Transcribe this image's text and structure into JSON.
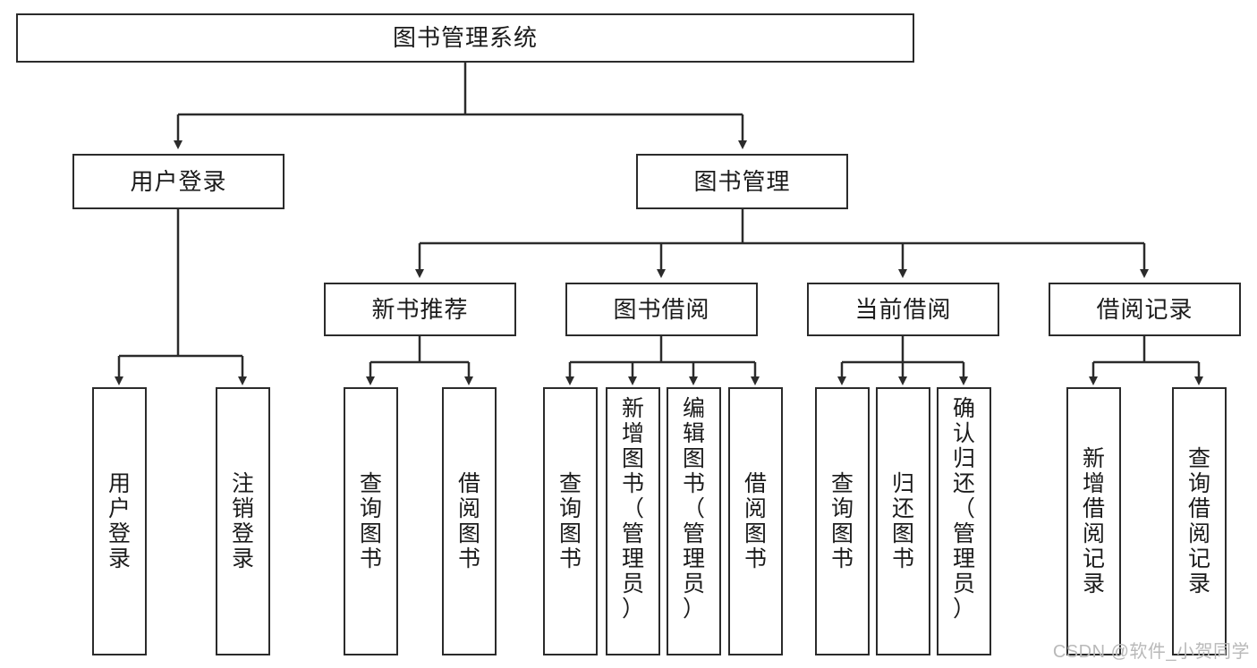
{
  "diagram": {
    "title": "图书管理系统",
    "type": "hierarchy-tree",
    "levels": 4,
    "root": {
      "id": "root",
      "label": "图书管理系统",
      "orientation": "horizontal"
    },
    "level2": [
      {
        "id": "user-login",
        "label": "用户登录",
        "orientation": "horizontal"
      },
      {
        "id": "book-management",
        "label": "图书管理",
        "orientation": "horizontal"
      }
    ],
    "level3": [
      {
        "id": "new-book-recommend",
        "label": "新书推荐",
        "orientation": "horizontal",
        "parent": "book-management"
      },
      {
        "id": "book-borrow",
        "label": "图书借阅",
        "orientation": "horizontal",
        "parent": "book-management"
      },
      {
        "id": "current-borrow",
        "label": "当前借阅",
        "orientation": "horizontal",
        "parent": "book-management"
      },
      {
        "id": "borrow-record",
        "label": "借阅记录",
        "orientation": "horizontal",
        "parent": "book-management"
      }
    ],
    "leaves": [
      {
        "id": "leaf-user-login",
        "label": "用户登录",
        "parent": "user-login",
        "orientation": "vertical",
        "align": "center"
      },
      {
        "id": "leaf-user-logout",
        "label": "注销登录",
        "parent": "user-login",
        "orientation": "vertical",
        "align": "center"
      },
      {
        "id": "leaf-query-book-1",
        "label": "查询图书",
        "parent": "new-book-recommend",
        "orientation": "vertical",
        "align": "center"
      },
      {
        "id": "leaf-borrow-book-1",
        "label": "借阅图书",
        "parent": "new-book-recommend",
        "orientation": "vertical",
        "align": "center"
      },
      {
        "id": "leaf-query-book-2",
        "label": "查询图书",
        "parent": "book-borrow",
        "orientation": "vertical",
        "align": "center"
      },
      {
        "id": "leaf-add-book",
        "label": "新增图书（管理员）",
        "parent": "book-borrow",
        "orientation": "vertical",
        "align": "top"
      },
      {
        "id": "leaf-edit-book",
        "label": "编辑图书（管理员）",
        "parent": "book-borrow",
        "orientation": "vertical",
        "align": "top"
      },
      {
        "id": "leaf-borrow-book-2",
        "label": "借阅图书",
        "parent": "book-borrow",
        "orientation": "vertical",
        "align": "center"
      },
      {
        "id": "leaf-query-book-3",
        "label": "查询图书",
        "parent": "current-borrow",
        "orientation": "vertical",
        "align": "center"
      },
      {
        "id": "leaf-return-book",
        "label": "归还图书",
        "parent": "current-borrow",
        "orientation": "vertical",
        "align": "center"
      },
      {
        "id": "leaf-confirm-return",
        "label": "确认归还（管理员）",
        "parent": "current-borrow",
        "orientation": "vertical",
        "align": "top"
      },
      {
        "id": "leaf-add-record",
        "label": "新增借阅记录",
        "parent": "borrow-record",
        "orientation": "vertical",
        "align": "center"
      },
      {
        "id": "leaf-query-record",
        "label": "查询借阅记录",
        "parent": "borrow-record",
        "orientation": "vertical",
        "align": "center"
      }
    ]
  },
  "watermark": {
    "text": "CSDN @软件_小贺同学"
  },
  "colors": {
    "box_border": "#2b2b2b",
    "box_fill": "#ffffff",
    "text": "#1b1b1b",
    "line": "#2b2b2b",
    "watermark": "#b9b9b9",
    "background": "#ffffff"
  }
}
